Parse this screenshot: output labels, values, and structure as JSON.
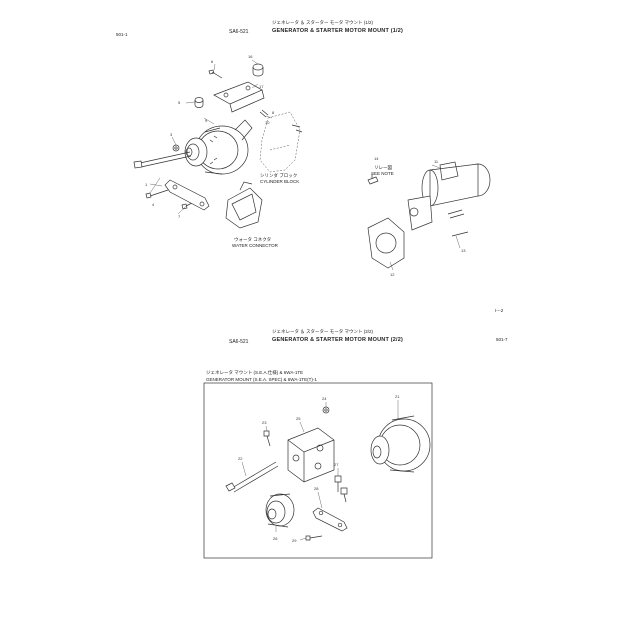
{
  "page": {
    "left_margin_code": "501-1",
    "right_margin_code_top": "I---2",
    "right_margin_code_bottom": "501-7"
  },
  "top_section": {
    "group_code": "SA6-521",
    "title_kana": "ジェネレータ ＆ スターター モータ マウント (1/2)",
    "title_en": "GENERATOR & STARTER MOTOR MOUNT (1/2)",
    "labels": {
      "cylinder_block_kana": "シリンダ ブロック",
      "cylinder_block_en": "CYLINDER BLOCK",
      "water_connector_kana": "ウォータ コネクタ",
      "water_connector_en": "WATER CONNECTOR",
      "see_note_kana": "リレー図",
      "see_note_en": "SEE NOTE"
    },
    "callouts": [
      "16",
      "17",
      "5",
      "9",
      "6",
      "3",
      "1",
      "4",
      "7",
      "8",
      "10",
      "11",
      "12",
      "13",
      "14"
    ]
  },
  "bottom_section": {
    "group_code": "SA6-521",
    "title_kana": "ジェネレータ ＆ スターター モータ マウント (2/2)",
    "title_en": "GENERATOR & STARTER MOTOR MOUNT (2/2)",
    "box_header_kana": "ジェネレータ マウント (S.E.A.仕様) & 6WA-1TE",
    "box_header_en": "GENERATOR MOUNT (S.E.A. SPEC) & 6WA-1TE(T)-1",
    "callouts": [
      "21",
      "22",
      "23",
      "24",
      "25",
      "26",
      "27",
      "28",
      "29"
    ]
  }
}
